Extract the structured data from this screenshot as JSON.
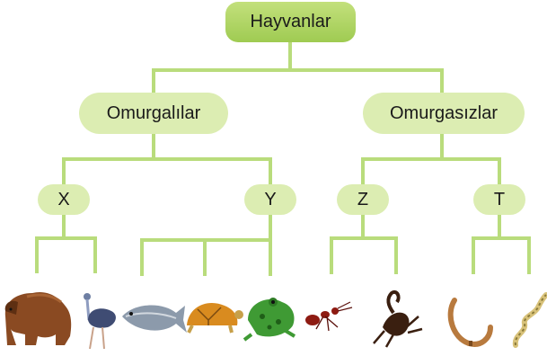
{
  "tree": {
    "root": "Hayvanlar",
    "vertebrates": "Omurgalılar",
    "invertebrates": "Omurgasızlar",
    "x": "X",
    "y": "Y",
    "z": "Z",
    "t": "T"
  },
  "colors": {
    "line": "#b9dc7c",
    "root_fill": "#a8d15e",
    "node_fill": "#dcedb2"
  },
  "animals": [
    "bear-icon",
    "ostrich-icon",
    "fish-icon",
    "turtle-icon",
    "frog-icon",
    "ant-icon",
    "scorpion-icon",
    "worm-icon",
    "snake-icon"
  ]
}
